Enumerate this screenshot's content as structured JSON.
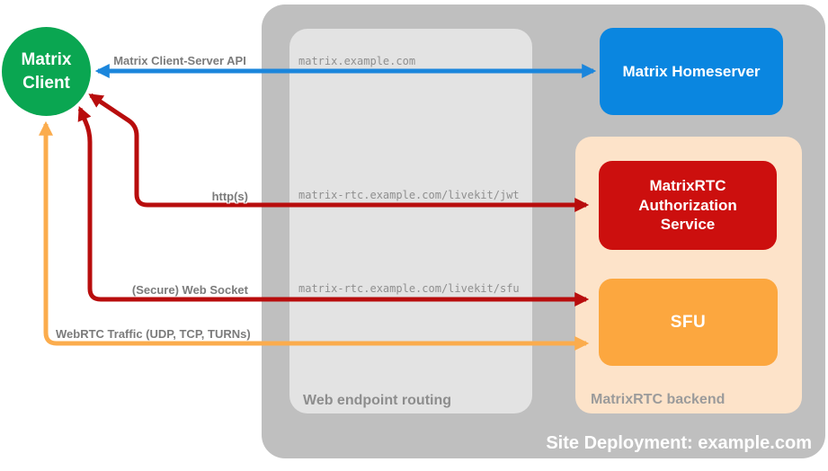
{
  "diagram": {
    "client": {
      "label": "Matrix Client"
    },
    "nodes": {
      "homeserver": {
        "label": "Matrix Homeserver"
      },
      "auth_service": {
        "label": "MatrixRTC Authorization Service"
      },
      "sfu": {
        "label": "SFU"
      }
    },
    "zones": {
      "site": {
        "label": "Site Deployment: example.com"
      },
      "routing": {
        "label": "Web endpoint routing"
      },
      "backend": {
        "label": "MatrixRTC backend"
      }
    },
    "endpoints": {
      "homeserver": "matrix.example.com",
      "jwt": "matrix-rtc.example.com/livekit/jwt",
      "sfu": "matrix-rtc.example.com/livekit/sfu"
    },
    "connections": {
      "client_server_api": {
        "label": "Matrix Client-Server API",
        "color": "#1b86dc"
      },
      "http": {
        "label": "http(s)",
        "color": "#b80d0d"
      },
      "websocket": {
        "label": "(Secure) Web Socket",
        "color": "#b80d0d"
      },
      "webrtc": {
        "label": "WebRTC Traffic (UDP, TCP, TURNs)",
        "color": "#fbac4d"
      }
    },
    "colors": {
      "client": "#0aa651",
      "homeserver": "#0a86e0",
      "auth_service": "#cc0f0e",
      "sfu": "#fca73f",
      "site_bg": "#bfbfbf",
      "routing_bg": "#e3e3e3",
      "backend_bg": "#fde3c9"
    }
  }
}
